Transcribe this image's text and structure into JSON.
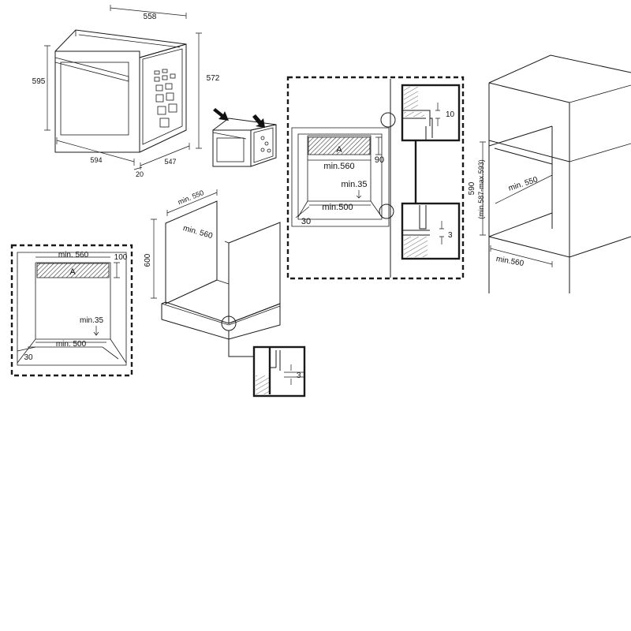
{
  "oven": {
    "width": "594",
    "depth_total": "558",
    "height": "595",
    "body_height": "572",
    "body_depth": "547",
    "front_offset": "20"
  },
  "under_counter": {
    "depth_label": "min. 550",
    "width_label": "min. 560",
    "height_label": "600",
    "detail_gap": "3"
  },
  "cutout_left": {
    "width_label": "min. 560",
    "top_label": "100",
    "area_label": "A",
    "vent_label": "min.35",
    "bottom_width_label": "min. 500",
    "side_label": "30"
  },
  "cutout_column": {
    "width_label": "min.560",
    "top_label": "90",
    "area_label": "A",
    "vent_label": "min.35",
    "bottom_width_label": "min.500",
    "side_label": "30",
    "detail_top_gap": "10",
    "detail_bottom_gap": "3"
  },
  "tall_unit": {
    "height_label": "590",
    "range_label": "(min.587-max.593)",
    "depth_label": "min. 550",
    "width_label": "min.560"
  },
  "colors": {
    "line": "#1a1a1a",
    "background": "#ffffff"
  }
}
